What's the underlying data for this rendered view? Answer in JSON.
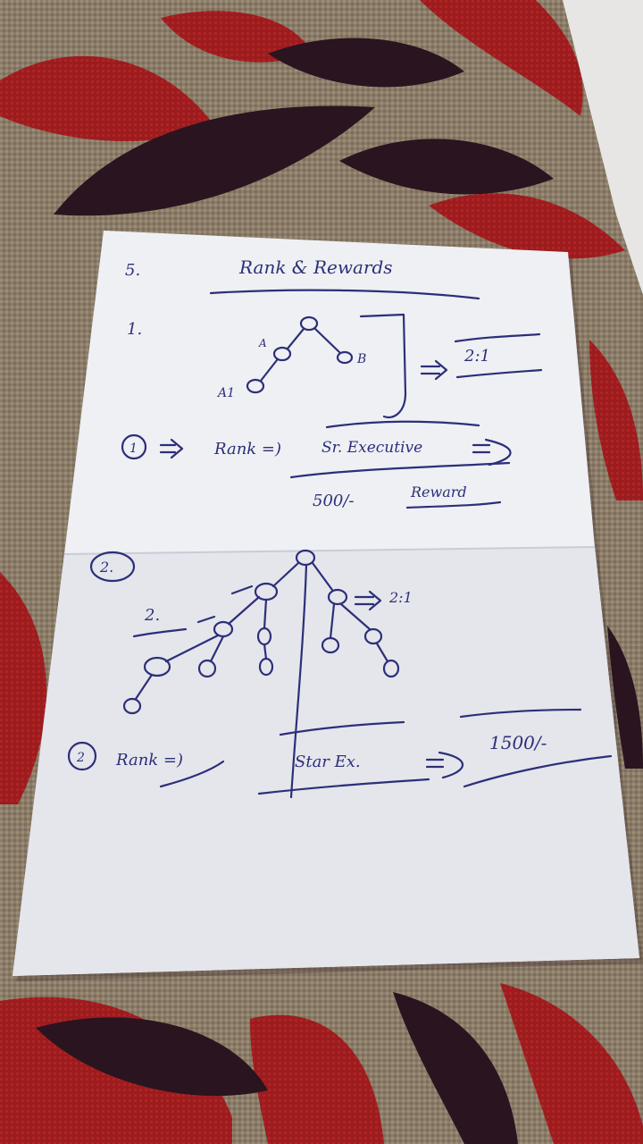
{
  "photo": {
    "subject": "handwritten note on paper lying on patterned fabric",
    "colors": {
      "fabric_base": "#8a7c68",
      "fabric_red": "#9c1c1e",
      "fabric_dark": "#2a1420",
      "paper": "#eef0f4",
      "ink": "#2d2f78"
    }
  },
  "note": {
    "section_number": "5.",
    "title": "Rank & Rewards",
    "part1": {
      "number": "1.",
      "node_labels": {
        "a": "A",
        "a1": "A1",
        "b": "B"
      },
      "ratio": "2:1",
      "circled_number": "1",
      "rank_label": "Rank =)",
      "rank_value": "Sr. Executive",
      "amount": "500/-",
      "reward_label": "Reward"
    },
    "part2": {
      "circled_number": "2.",
      "side_label": "2.",
      "ratio": "2:1",
      "rank_number": "2",
      "rank_label": "Rank =)",
      "rank_value": "Star Ex.",
      "amount": "1500/-"
    }
  }
}
